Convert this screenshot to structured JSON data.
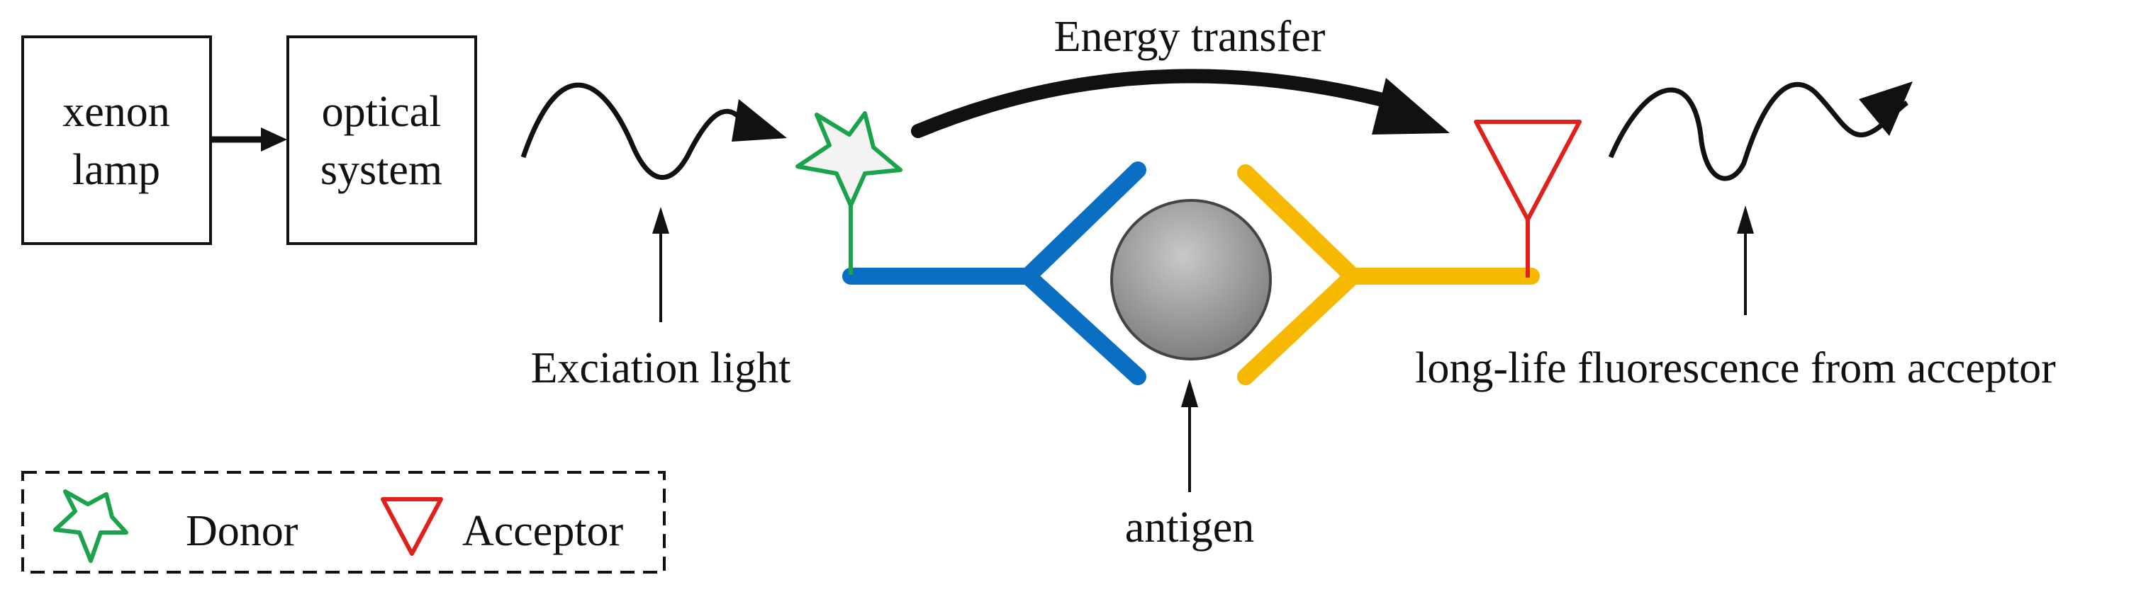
{
  "boxes": {
    "xenon_lamp": {
      "line1": "xenon",
      "line2": "lamp"
    },
    "optical_system": {
      "line1": "optical",
      "line2": "system"
    }
  },
  "labels": {
    "energy_transfer": "Energy transfer",
    "excitation_light": "Exciation light",
    "long_life_fluorescence": "long-life fluorescence from acceptor",
    "antigen": "antigen"
  },
  "legend": {
    "donor": "Donor",
    "acceptor": "Acceptor"
  },
  "colors": {
    "donor_green": "#1aa34a",
    "acceptor_red": "#e0201b",
    "antibody_blue": "#0a6fc2",
    "antibody_yellow": "#f7b800",
    "antigen_gray": "#8c8c8c",
    "line_black": "#111111"
  }
}
